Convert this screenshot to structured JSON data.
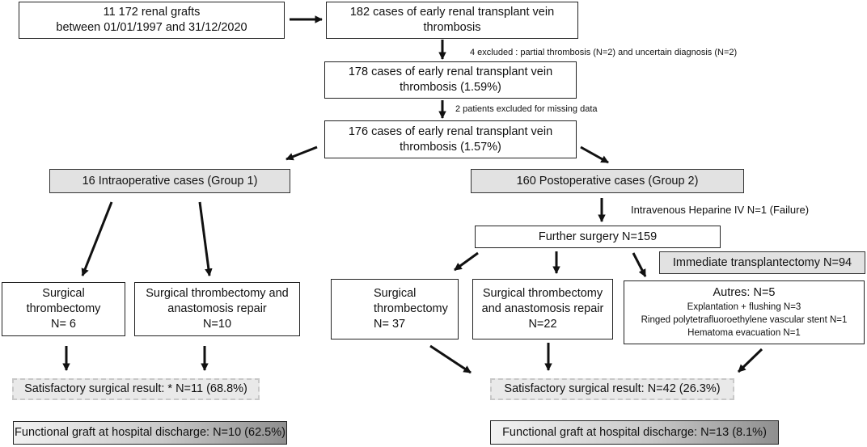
{
  "flow": {
    "total": {
      "line1": "11 172 renal grafts",
      "line2": "between 01/01/1997 and 31/12/2020"
    },
    "cases182": {
      "line1": "182 cases of early renal transplant vein",
      "line2": "thrombosis"
    },
    "exclusion1": "4 excluded : partial thrombosis (N=2) and uncertain diagnosis (N=2)",
    "cases178": {
      "line1": "178 cases of early renal transplant vein",
      "line2": "thrombosis (1.59%)"
    },
    "exclusion2": "2 patients excluded for missing data",
    "cases176": {
      "line1": "176 cases of early renal transplant vein",
      "line2": "thrombosis (1.57%)"
    },
    "group1": {
      "label": "16 Intraoperative cases (Group 1)",
      "thrombectomy": {
        "line1": "Surgical",
        "line2": "thrombectomy",
        "line3": "N= 6"
      },
      "repair": {
        "line1": "Surgical thrombectomy and",
        "line2": "anastomosis repair",
        "line3": "N=10"
      },
      "satisfactory": "Satisfactory surgical result: * N=11 (68.8%)",
      "functional": "Functional graft at hospital discharge: N=10 (62.5%)"
    },
    "group2": {
      "label": "160  Postoperative cases (Group 2)",
      "heparin": "Intravenous Heparine IV  N=1 (Failure)",
      "further": "Further surgery N=159",
      "transplantectomy": "Immediate transplantectomy N=94",
      "thrombectomy": {
        "line1": "Surgical",
        "line2": "thrombectomy",
        "line3": "N= 37"
      },
      "repair": {
        "line1": "Surgical thrombectomy",
        "line2": "and  anastomosis repair",
        "line3": "N=22"
      },
      "autres": {
        "title": "Autres: N=5",
        "item1": "Explantation + flushing N=3",
        "item2": "Ringed polytetrafluoroethylene  vascular stent  N=1",
        "item3": "Hematoma  evacuation N=1"
      },
      "satisfactory": "Satisfactory surgical result: N=42 (26.3%)",
      "functional": "Functional graft at hospital discharge: N=13 (8.1%)"
    }
  }
}
